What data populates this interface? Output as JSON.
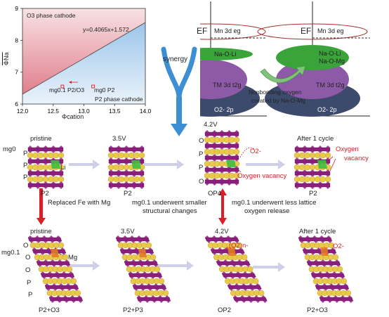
{
  "chart": {
    "title_region": "O3 phase cathode",
    "region_p2": "P2 phase cathode",
    "equation": "y=0.4065x+1.572",
    "ylabel": "ΦNa",
    "xlabel": "Φcation",
    "xticks": [
      "12.0",
      "12.5",
      "13.0",
      "13.5",
      "14.0"
    ],
    "yticks": [
      "6",
      "7",
      "8",
      "9"
    ],
    "point_labels": [
      "mg0.1 P2/O3",
      "mg0 P2"
    ]
  },
  "chart_data": {
    "type": "scatter",
    "title": "",
    "xlabel": "Φcation",
    "ylabel": "ΦNa",
    "xlim": [
      12.0,
      14.0
    ],
    "ylim": [
      6,
      9
    ],
    "line": {
      "slope": 0.4065,
      "intercept": 1.572,
      "label": "y=0.4065x+1.572"
    },
    "points": [
      {
        "name": "mg0.1 P2/O3",
        "x": 12.65,
        "y": 6.55
      },
      {
        "name": "mg0 P2",
        "x": 13.15,
        "y": 6.55
      }
    ],
    "regions": [
      "O3 phase cathode",
      "P2 phase cathode"
    ]
  },
  "energy": {
    "left": {
      "ef": "EF",
      "mn3d": "Mn 3d eg",
      "nao": "Na-O-Li",
      "tm": "TM 3d t2g",
      "o2p": "O2- 2p"
    },
    "right": {
      "ef": "EF",
      "mn3d": "Mn 3d eg",
      "nao1": "Na-O-Li",
      "nao2": "Na-O-Mg",
      "tm": "TM 3d t2g",
      "o2p": "O2- 2p"
    },
    "caption": [
      "Nonbonding oxygen",
      "created by Na-O-Mg"
    ],
    "synergy": "synergy"
  },
  "row1": {
    "sample": "mg0",
    "stages": [
      {
        "top": "pristine",
        "bottom": "P2"
      },
      {
        "top": "3.5V",
        "bottom": "P2"
      },
      {
        "top": "4.2V",
        "bottom": "OP4"
      },
      {
        "top": "After 1 cycle",
        "bottom": "P2"
      }
    ],
    "li": "Li",
    "o2": "O2-",
    "vacancy": "Oxygen vacancy",
    "vacancy2": "Oxygen vacancy",
    "letters_p1": [
      "P",
      "P",
      "P"
    ],
    "letters_op4": [
      "O",
      "P",
      "P",
      "O"
    ]
  },
  "middle": {
    "replaced": "Replaced Fe with Mg",
    "note_left": [
      "mg0.1 underwent smaller",
      "structural changes"
    ],
    "note_right": [
      "mg0.1 underwent less lattice",
      "oxygen release"
    ]
  },
  "row2": {
    "sample": "mg0.1",
    "stages": [
      {
        "top": "pristine",
        "bottom": "P2+O3"
      },
      {
        "top": "3.5V",
        "bottom": "P2+P3"
      },
      {
        "top": "4.2V",
        "bottom": "OP2"
      },
      {
        "top": "After 1 cycle",
        "bottom": "P2+O3"
      }
    ],
    "mg": "Mg",
    "o2n": "(O2)n-",
    "o2": "O2-",
    "letters": [
      "O",
      "O",
      "O",
      "P",
      "P"
    ]
  },
  "colors": {
    "purple": "#8b1f7c",
    "yellow": "#e9c94a",
    "green": "#3fbf3f",
    "orange": "#e07b22",
    "red": "#d81f26",
    "blue_arrow": "#3d8fd4"
  }
}
